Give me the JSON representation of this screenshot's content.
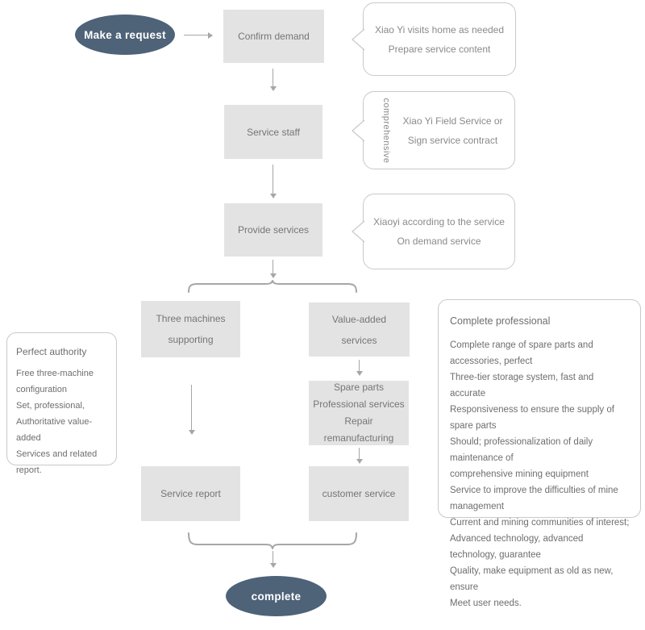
{
  "diagram": {
    "start": {
      "label": "Make a request"
    },
    "end": {
      "label": "complete"
    },
    "boxes": {
      "confirm_demand": {
        "label": "Confirm demand"
      },
      "service_staff": {
        "label": "Service staff"
      },
      "provide_services": {
        "label": "Provide services"
      },
      "three_machines": {
        "lines": [
          "Three machines",
          "supporting"
        ]
      },
      "value_added": {
        "lines": [
          "Value-added",
          "services"
        ]
      },
      "spare_parts": {
        "lines": [
          "Spare parts",
          "Professional services",
          "Repair remanufacturing"
        ]
      },
      "service_report": {
        "label": "Service report"
      },
      "customer_service": {
        "label": "customer service"
      }
    },
    "callouts": {
      "c1": {
        "lines": [
          "Xiao Yi visits home as needed",
          "Prepare service content"
        ]
      },
      "c2": {
        "side_label": "comprehensive",
        "lines": [
          "Xiao Yi Field Service or",
          "Sign service contract"
        ]
      },
      "c3": {
        "lines": [
          "Xiaoyi according to the service",
          "On demand service"
        ]
      }
    },
    "notes": {
      "left": {
        "title": "Perfect authority",
        "lines": [
          "Free three-machine configuration",
          "Set, professional,",
          "Authoritative value-added",
          "Services and related",
          "report."
        ]
      },
      "right": {
        "title": "Complete professional",
        "lines": [
          "Complete range of spare parts and accessories, perfect",
          "Three-tier storage system, fast and accurate",
          "Responsiveness to ensure the supply of spare parts",
          "Should; professionalization of daily maintenance of",
          "comprehensive mining equipment",
          "Service to improve the difficulties of mine management",
          "Current and mining communities of interest;",
          "Advanced technology, advanced technology, guarantee",
          "Quality, make equipment as old as new, ensure",
          "Meet user needs."
        ]
      }
    },
    "colors": {
      "terminal_fill": "#4e6278",
      "terminal_text": "#ffffff",
      "box_fill": "#e3e3e3",
      "box_text": "#757575",
      "bubble_border": "#c9c9c9",
      "bubble_text": "#8a8a8a",
      "note_text": "#6e6e6e",
      "connector": "#a6a6a6"
    }
  }
}
